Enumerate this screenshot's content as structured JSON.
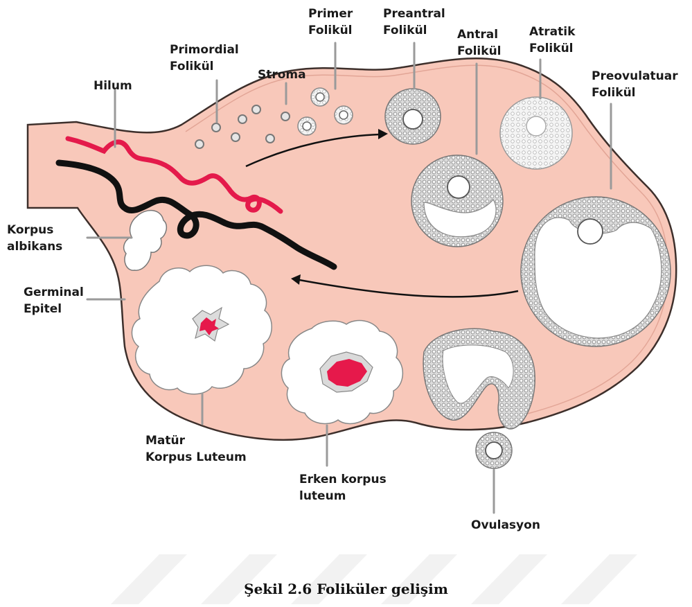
{
  "figure": {
    "caption": "Şekil 2.6 Foliküler gelişim",
    "colors": {
      "tissue": "#f7c7b8",
      "tissue_outline": "#4a3a36",
      "vessel_red": "#e8194a",
      "vessel_black": "#111111",
      "follicle_cells": "#b5b5b5",
      "blood_core": "#e6194b",
      "watermark": "#f1f1f1"
    }
  },
  "labels": {
    "hilum": "Hilum",
    "primordial": [
      "Primordial",
      "Folikül"
    ],
    "stroma": "Stroma",
    "primer": [
      "Primer",
      "Folikül"
    ],
    "preantral": [
      "Preantral",
      "Folikül"
    ],
    "antral": [
      "Antral",
      "Folikül"
    ],
    "atratik": [
      "Atratik",
      "Folikül"
    ],
    "preovulatuar": [
      "Preovulatuar",
      "Folikül"
    ],
    "korpus_albikans": [
      "Korpus",
      "albikans"
    ],
    "germinal_epitel": [
      "Germinal",
      "Epitel"
    ],
    "matur_korpus_luteum": [
      "Matür",
      "Korpus Luteum"
    ],
    "erken_korpus_luteum": [
      "Erken korpus",
      "luteum"
    ],
    "ovulasyon": "Ovulasyon"
  }
}
